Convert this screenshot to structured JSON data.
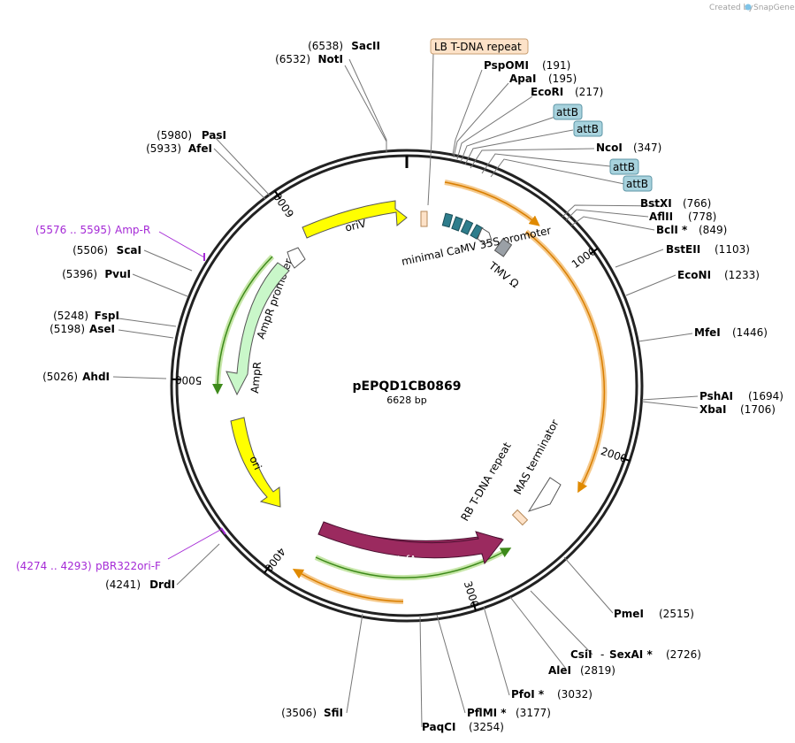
{
  "watermark": "Created by",
  "watermark_brand": "SnapGene",
  "plasmid": {
    "name": "pEPQD1CB0869",
    "length_label": "6628 bp",
    "total_bp": 6628
  },
  "ticks": [
    {
      "label": "1000",
      "pos": 1000
    },
    {
      "label": "2000",
      "pos": 2000
    },
    {
      "label": "3000",
      "pos": 3000
    },
    {
      "label": "4000",
      "pos": 4000
    },
    {
      "label": "5000",
      "pos": 5000
    },
    {
      "label": "6000",
      "pos": 6000
    }
  ],
  "features": [
    {
      "label": "oriV",
      "type": "yellow-arrow"
    },
    {
      "label": "minimal CaMV 35S promoter",
      "type": "promoter"
    },
    {
      "label": "TMV Ω",
      "type": "misc"
    },
    {
      "label": "AmpR promoter",
      "type": "promoter"
    },
    {
      "label": "AmpR",
      "type": "cds"
    },
    {
      "label": "ori",
      "type": "yellow-arrow"
    },
    {
      "label": "trfA",
      "type": "cds"
    },
    {
      "label": "RB T-DNA repeat",
      "type": "repeat"
    },
    {
      "label": "MAS terminator",
      "type": "terminator"
    }
  ],
  "boxed_labels": [
    {
      "label": "LB T-DNA repeat",
      "kind": "repeat"
    },
    {
      "label": "attB",
      "kind": "attb"
    },
    {
      "label": "attB",
      "kind": "attb"
    },
    {
      "label": "attB",
      "kind": "attb"
    },
    {
      "label": "attB",
      "kind": "attb"
    }
  ],
  "sites_right": [
    {
      "name": "PspOMI",
      "pos": "(191)"
    },
    {
      "name": "ApaI",
      "pos": "(195)"
    },
    {
      "name": "EcoRI",
      "pos": "(217)"
    },
    {
      "name": "NcoI",
      "pos": "(347)"
    },
    {
      "name": "BstXI",
      "pos": "(766)"
    },
    {
      "name": "AflII",
      "pos": "(778)"
    },
    {
      "name": "BclI *",
      "pos": "(849)"
    },
    {
      "name": "BstEII",
      "pos": "(1103)"
    },
    {
      "name": "EcoNI",
      "pos": "(1233)"
    },
    {
      "name": "MfeI",
      "pos": "(1446)"
    },
    {
      "name": "PshAI",
      "pos": "(1694)"
    },
    {
      "name": "XbaI",
      "pos": "(1706)"
    },
    {
      "name": "PmeI",
      "pos": "(2515)"
    },
    {
      "name": "SexAI *",
      "pos": "(2726)"
    },
    {
      "name": "AleI",
      "pos": "(2819)"
    },
    {
      "name": "PfoI *",
      "pos": "(3032)"
    },
    {
      "name": "PflMI *",
      "pos": "(3177)"
    },
    {
      "name": "PaqCI",
      "pos": "(3254)"
    }
  ],
  "sites_left": [
    {
      "name": "SacII",
      "pos": "(6538)"
    },
    {
      "name": "NotI",
      "pos": "(6532)"
    },
    {
      "name": "PasI",
      "pos": "(5980)"
    },
    {
      "name": "AfeI",
      "pos": "(5933)"
    },
    {
      "name": "ScaI",
      "pos": "(5506)"
    },
    {
      "name": "PvuI",
      "pos": "(5396)"
    },
    {
      "name": "FspI",
      "pos": "(5248)"
    },
    {
      "name": "AseI",
      "pos": "(5198)"
    },
    {
      "name": "AhdI",
      "pos": "(5026)"
    },
    {
      "name": "DrdI",
      "pos": "(4241)"
    },
    {
      "name": "SfiI",
      "pos": "(3506)"
    }
  ],
  "csi": {
    "name": "CsiI",
    "sep": "-"
  },
  "primers": [
    {
      "range": "(5576 .. 5595)",
      "name": "Amp-R"
    },
    {
      "range": "(4274 .. 4293)",
      "name": "pBR322ori-F"
    }
  ],
  "colors": {
    "ori_yellow": "#ffff00",
    "trfA": "#9b2a5f",
    "attB_box": "#a7d2dd",
    "lb_box": "#fde2c8",
    "orange_arrow": "#f5a623",
    "green_arrow": "#7ac142",
    "primer": "#a52ad6",
    "backbone": "#222222"
  }
}
